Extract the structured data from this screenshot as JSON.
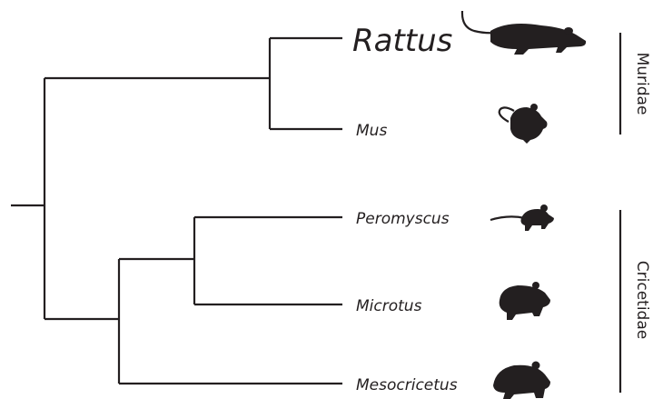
{
  "tree": {
    "taxa": [
      {
        "key": "rattus",
        "label": "Rattus",
        "emphasized": true,
        "icon": "rat-silhouette-icon"
      },
      {
        "key": "mus",
        "label": "Mus",
        "emphasized": false,
        "icon": "mouse-silhouette-icon"
      },
      {
        "key": "peromyscus",
        "label": "Peromyscus",
        "emphasized": false,
        "icon": "deer-mouse-silhouette-icon"
      },
      {
        "key": "microtus",
        "label": "Microtus",
        "emphasized": false,
        "icon": "vole-silhouette-icon"
      },
      {
        "key": "mesocricetus",
        "label": "Mesocricetus",
        "emphasized": false,
        "icon": "hamster-silhouette-icon"
      }
    ],
    "families": [
      {
        "key": "muridae",
        "label": "Muridae"
      },
      {
        "key": "cricetidae",
        "label": "Cricetidae"
      }
    ]
  },
  "colors": {
    "ink": "#231f20",
    "background": "#ffffff"
  }
}
